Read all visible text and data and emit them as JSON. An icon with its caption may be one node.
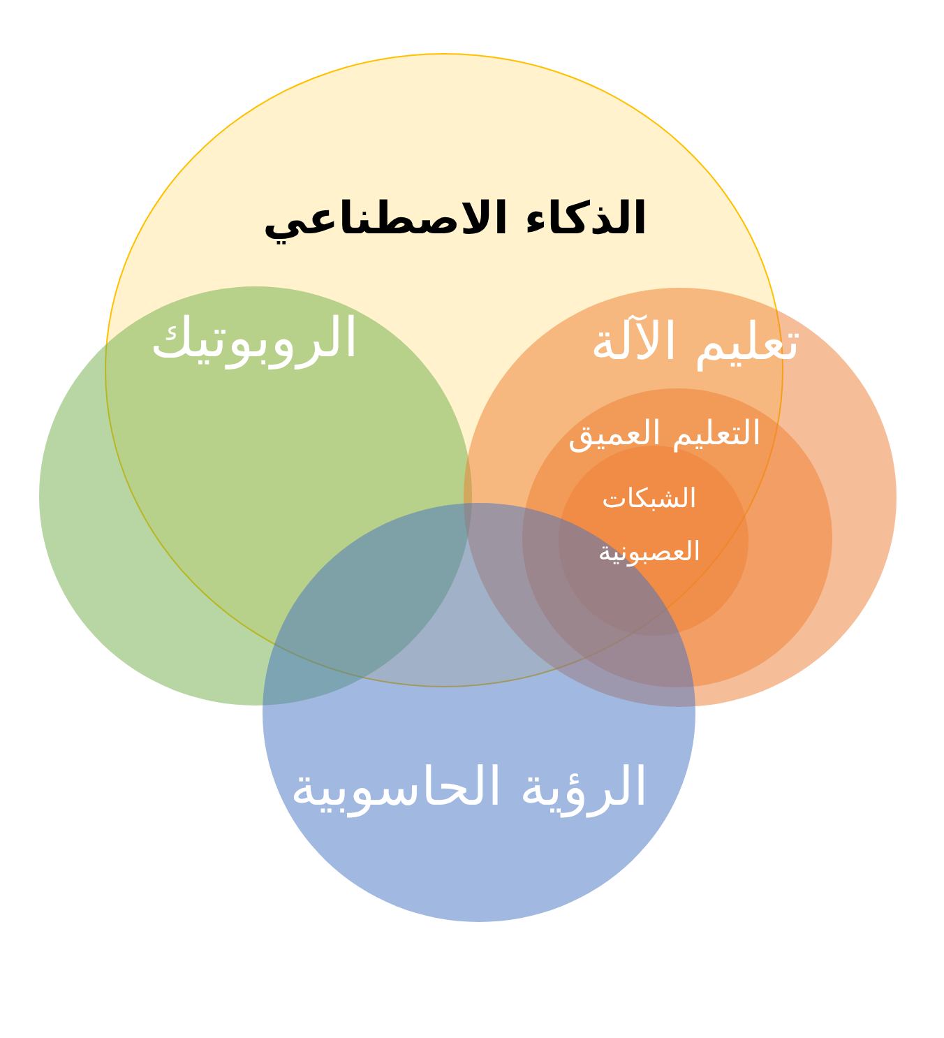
{
  "diagram": {
    "nodes": [
      {
        "text": [
          "الذكاء الاصطناعي"
        ]
      },
      {
        "text": [
          "الروبوتيك"
        ]
      },
      {
        "text": [
          "تعليم الآلة"
        ]
      },
      {
        "text": [
          "التعليم العميق"
        ],
        "in": 2
      },
      {
        "text": [
          "الشبكات العصبونية"
        ],
        "in": 3
      },
      {
        "text": [
          "الرؤية الحاسوبية"
        ]
      }
    ]
  }
}
